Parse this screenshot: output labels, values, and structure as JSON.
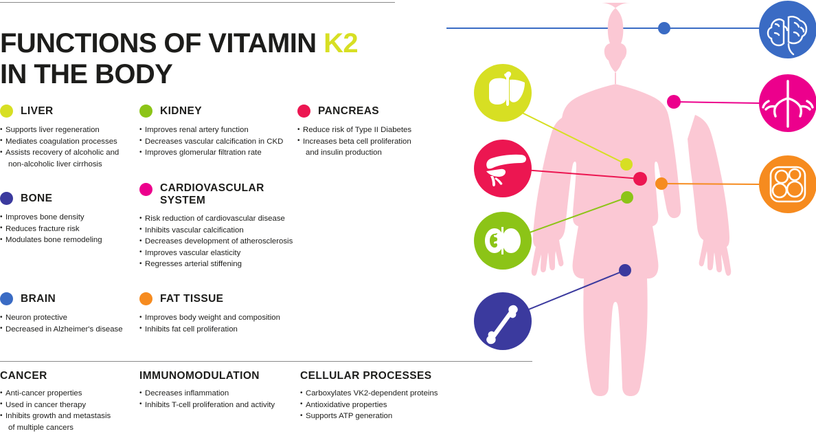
{
  "title": {
    "line1_pre": "FUNCTIONS OF VITAMIN ",
    "line1_accent": "K2",
    "line2": "IN THE BODY"
  },
  "colors": {
    "liver": "#d7df23",
    "kidney": "#8cc417",
    "pancreas": "#ec1651",
    "bone": "#3b3a9e",
    "cardiovascular": "#ec008c",
    "brain": "#3a6bc4",
    "fat": "#f68b1f",
    "body_silhouette": "#fbc8d4",
    "text": "#1d1d1b",
    "rule": "#8a8a8a"
  },
  "sections": [
    {
      "id": "liver",
      "label": "LIVER",
      "color": "#d7df23",
      "icon": "liver-icon",
      "bullets": [
        "Supports liver regeneration",
        "Mediates coagulation processes",
        "Assists recovery of alcoholic and",
        "non-alcoholic liver cirrhosis"
      ],
      "continuation_index": 3
    },
    {
      "id": "kidney",
      "label": "KIDNEY",
      "color": "#8cc417",
      "icon": "kidney-icon",
      "bullets": [
        "Improves renal artery function",
        "Decreases vascular calcification in CKD",
        "Improves glomerular filtration rate"
      ],
      "continuation_index": -1
    },
    {
      "id": "pancreas",
      "label": "PANCREAS",
      "color": "#ec1651",
      "icon": "pancreas-icon",
      "bullets": [
        "Reduce risk of Type II Diabetes",
        "Increases beta cell proliferation",
        "and insulin production"
      ],
      "continuation_index": 2
    },
    {
      "id": "bone",
      "label": "BONE",
      "color": "#3b3a9e",
      "icon": "bone-icon",
      "bullets": [
        "Improves bone density",
        "Reduces fracture risk",
        "Modulates bone remodeling"
      ],
      "continuation_index": -1
    },
    {
      "id": "cardiovascular",
      "label": "CARDIOVASCULAR\nSYSTEM",
      "color": "#ec008c",
      "icon": "vascular-icon",
      "bullets": [
        "Risk reduction of cardiovascular disease",
        "Inhibits vascular calcification",
        "Decreases development of atherosclerosis",
        "Improves vascular elasticity",
        "Regresses arterial stiffening"
      ],
      "continuation_index": -1
    },
    {
      "id": "brain",
      "label": "BRAIN",
      "color": "#3a6bc4",
      "icon": "brain-icon",
      "bullets": [
        "Neuron protective",
        "Decreased in Alzheimer's disease"
      ],
      "continuation_index": -1
    },
    {
      "id": "fat-tissue",
      "label": "FAT TISSUE",
      "color": "#f68b1f",
      "icon": "fat-cells-icon",
      "bullets": [
        "Improves body weight and composition",
        "Inhibits fat cell proliferation"
      ],
      "continuation_index": -1
    }
  ],
  "bottom_sections": [
    {
      "id": "cancer",
      "label": "CANCER",
      "bullets": [
        "Anti-cancer properties",
        "Used in cancer therapy",
        "Inhibits growth and metastasis",
        "of multiple cancers"
      ],
      "continuation_index": 3
    },
    {
      "id": "immunomodulation",
      "label": "IMMUNOMODULATION",
      "bullets": [
        "Decreases inflammation",
        "Inhibits T-cell proliferation and activity"
      ],
      "continuation_index": -1
    },
    {
      "id": "cellular-processes",
      "label": "CELLULAR PROCESSES",
      "bullets": [
        "Carboxylates VK2-dependent proteins",
        "Antioxidative properties",
        "Supports ATP generation"
      ],
      "continuation_index": -1
    }
  ],
  "illustration": {
    "body_label": "human-body-silhouette",
    "markers": [
      {
        "id": "brain",
        "color": "#3a6bc4",
        "organ": "brain"
      },
      {
        "id": "cardiovascular",
        "color": "#ec008c",
        "organ": "vascular system"
      },
      {
        "id": "liver",
        "color": "#d7df23",
        "organ": "liver"
      },
      {
        "id": "pancreas",
        "color": "#ec1651",
        "organ": "pancreas"
      },
      {
        "id": "fat-tissue",
        "color": "#f68b1f",
        "organ": "fat tissue"
      },
      {
        "id": "kidney",
        "color": "#8cc417",
        "organ": "kidney"
      },
      {
        "id": "bone",
        "color": "#3b3a9e",
        "organ": "bone"
      }
    ]
  }
}
